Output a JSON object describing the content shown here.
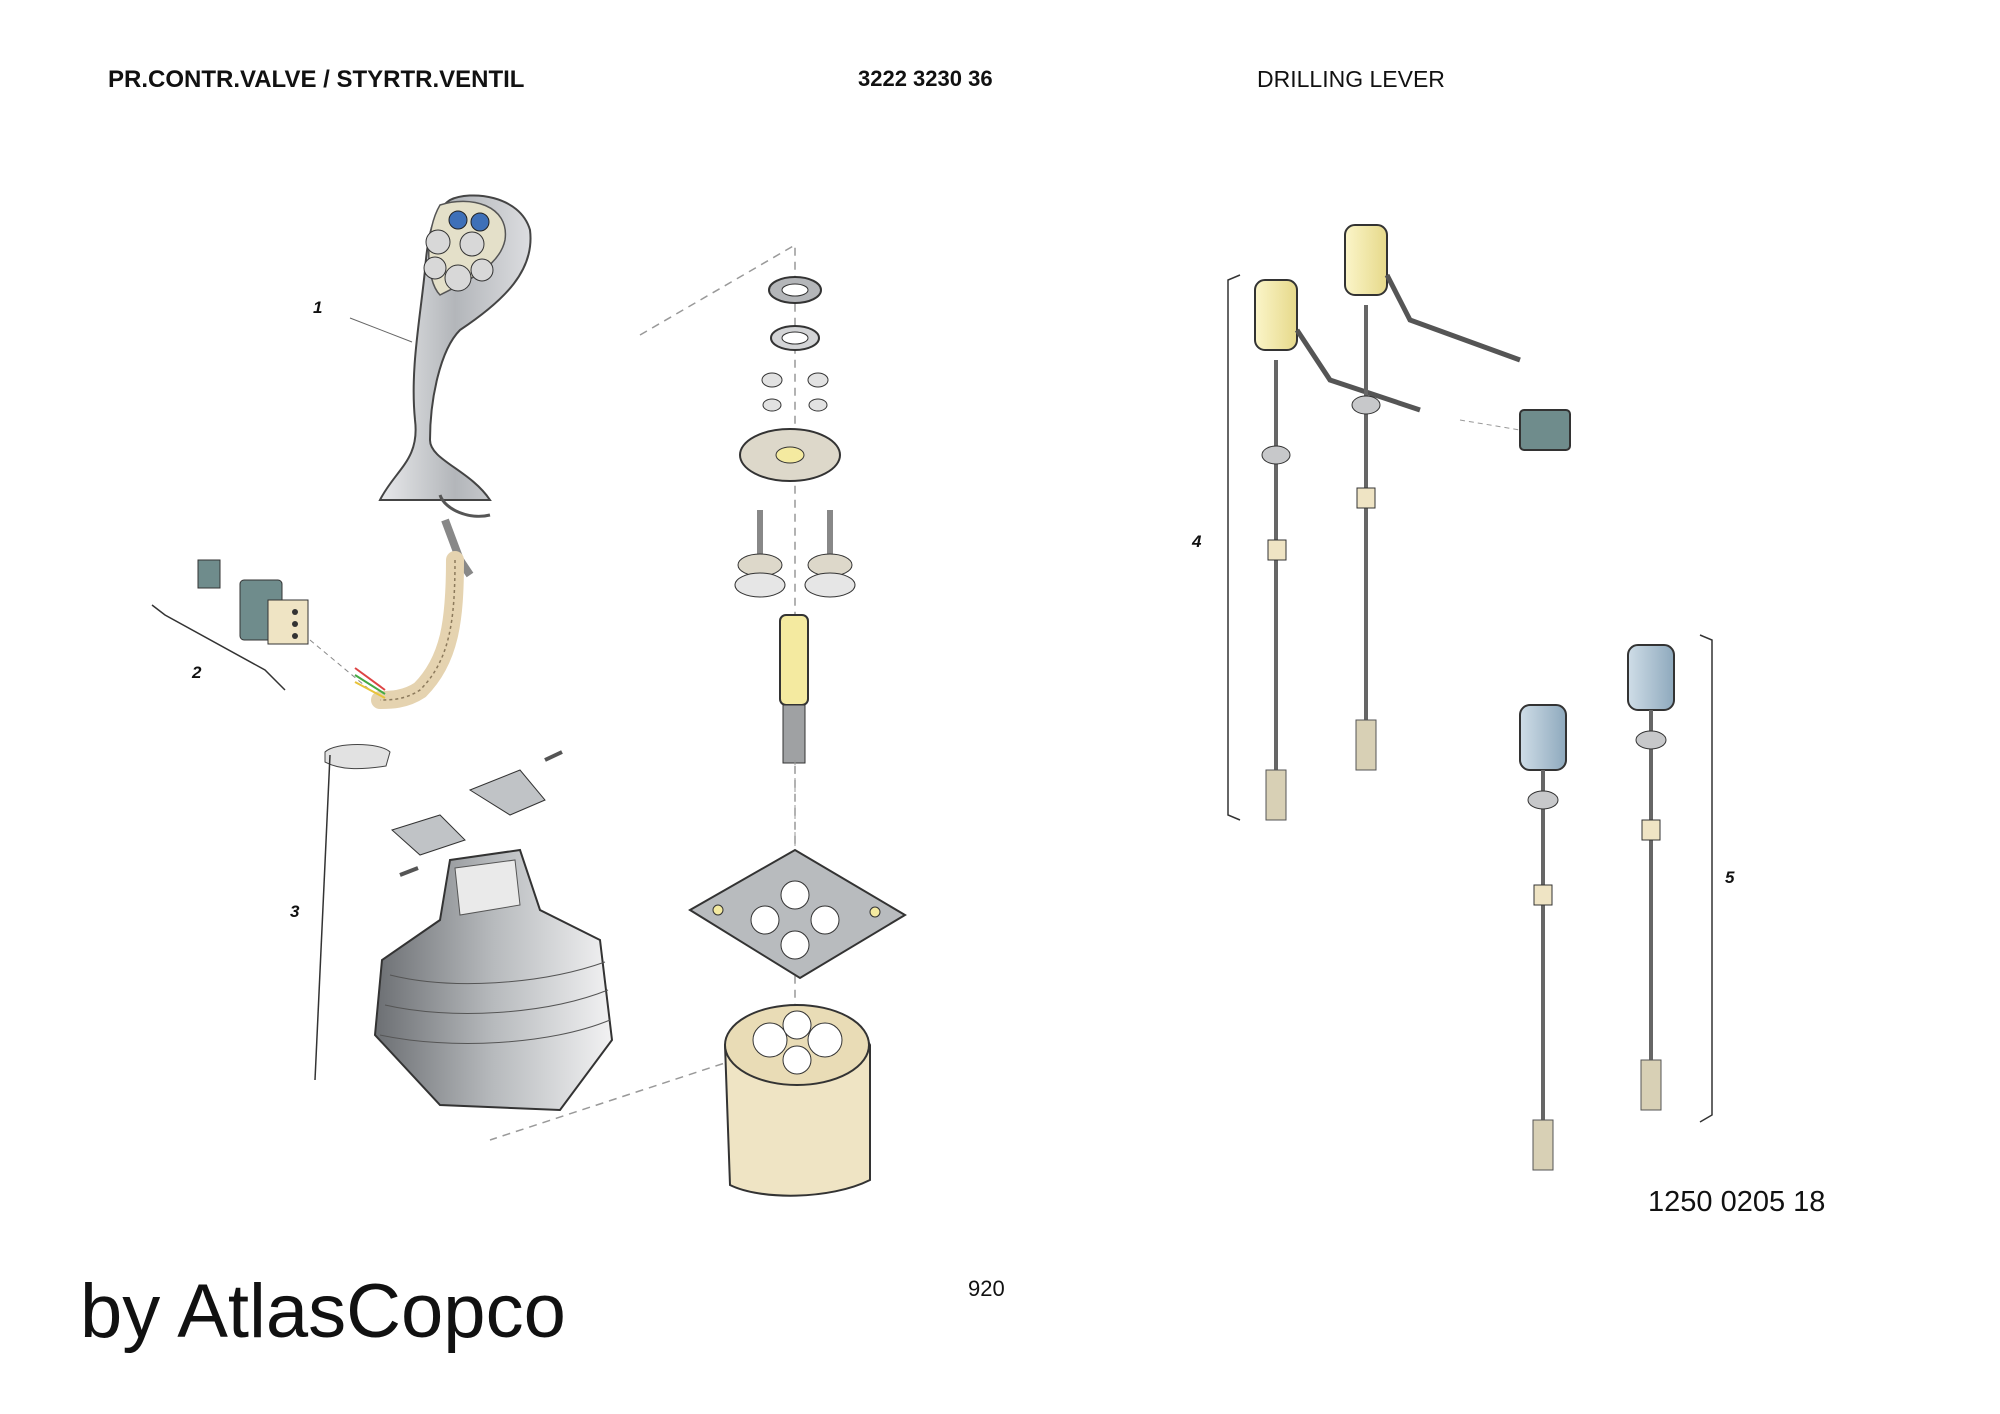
{
  "header": {
    "title_left": "PR.CONTR.VALVE / STYRTR.VENTIL",
    "part_number": "3222 3230 36",
    "title_right": "DRILLING LEVER"
  },
  "callouts": [
    "1",
    "2",
    "3",
    "4",
    "5"
  ],
  "drawing_number": "1250 0205 18",
  "page_number": "920",
  "brand": "by AtlasCopco",
  "colors": {
    "handle_grey": "#b9bcc0",
    "cream_part": "#efe4c4",
    "yellow_solenoid": "#f4eaa0",
    "blue_solenoid": "#a9c0d0",
    "connector_teal": "#6f8c8c",
    "outline": "#333333"
  }
}
